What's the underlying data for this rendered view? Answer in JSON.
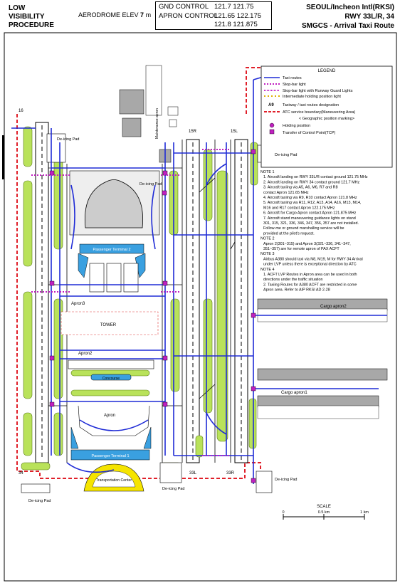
{
  "header": {
    "procedure": [
      "LOW",
      "VISIBILITY",
      "PROCEDURE"
    ],
    "elevation_label": "AERODROME ELEV",
    "elevation_value": "7",
    "elevation_unit": "m",
    "frequencies": [
      {
        "name": "GND CONTROL",
        "values": "121.7 121.75"
      },
      {
        "name": "APRON CONTROL",
        "values": "121.65 122.175"
      },
      {
        "name": "",
        "values": "121.8 121.875"
      }
    ],
    "airport": "SEOUL/Incheon Intl(RKSI)",
    "runways": "RWY 33L/R, 34",
    "chart_type": "SMGCS - Arrival Taxi Route"
  },
  "legend": {
    "title": "LEGEND",
    "items": [
      {
        "key": "arrow",
        "text": "Taxi routes"
      },
      {
        "key": "stopbar",
        "text": "Stop-bar light"
      },
      {
        "key": "stopbar-rgl",
        "text": "Stop-bar light with Runway Guard Lights"
      },
      {
        "key": "ihp",
        "text": "Intermediate holding position light"
      },
      {
        "key": "designation",
        "symbol": "A9",
        "text": "Taxiway / taxi routes designation"
      },
      {
        "key": "atc",
        "text": "ATC service boundary(Maneuvering Area)"
      },
      {
        "key": "geo",
        "text": "< Geographic position marking>"
      },
      {
        "key": "holding",
        "text": "Holding position"
      },
      {
        "key": "tcp",
        "text": "Transfer of Control Point(TCP)"
      }
    ]
  },
  "notes": [
    {
      "heading": "NOTE 1",
      "lines": [
        "1. Aircraft landing on RWY 33L/R contact ground 121.75 MHz",
        "2. Aircraft landing on RWY 34 contact ground 121.7 MHz",
        "3. Aircraft taxiing via A5, A6, M6, R7 and R8",
        "    contact Apron 121.65 MHz",
        "4. Aircraft taxiing via R9, R10 contact Apron 121.8 MHz",
        "5. Aircraft taxiing via R11, R12, A13, A14, A16, M13, M14,",
        "    M16 and R17 contact Apron 122.175 MHz",
        "6. Aircraft for Cargo Apron contact Apron 121.875 MHz",
        "7. Aircraft stand maneuvering guidance lights on stand",
        "    301, 315, 321, 336, 346, 347, 356, 357 are not installed.",
        "    Follow-me or ground marshalling service will be",
        "    provided at the pilot's request."
      ]
    },
    {
      "heading": "NOTE 2",
      "lines": [
        "Apron 2(301~315) and Apron 3(321~336, 341~347,",
        "351~357) are for remote apron of PAX ACFT"
      ]
    },
    {
      "heading": "NOTE 3",
      "lines": [
        "Airbus A380 should taxi via N8, M19, M for RWY 34 Arrival",
        "under LVP unless there is exceptional direction by ATC"
      ]
    },
    {
      "heading": "NOTE 4",
      "lines": [
        "1. ACFT LVP Routes in Apron area can be used in both",
        "    directions under the traffic situation",
        "2. Taxiing Routes for A380 ACFT are restricted in some",
        "    Apron area. Refer to AIP RKSI AD 2-28"
      ]
    }
  ],
  "map_labels": {
    "deicing": "De-icing Pad",
    "terminal2": "Passenger Terminal 2",
    "terminal1": "Passenger Terminal 1",
    "transport": "Transportation Center",
    "concourse": "Concourse",
    "apron": "Apron",
    "apron2": "Apron2",
    "apron3": "Apron3",
    "tower": "TOWER",
    "cargo1": "Cargo apron1",
    "cargo2": "Cargo apron2",
    "maintenance": "Maintenance apron",
    "rwy_labels": [
      "16",
      "15R",
      "15L",
      "34",
      "33L",
      "33R"
    ]
  },
  "scale": {
    "title": "SCALE",
    "ticks": [
      "0",
      "0.5 km",
      "1 km"
    ]
  },
  "colors": {
    "grass": "#b9e25a",
    "taxi_route": "#1f2bd6",
    "atc_boundary": "#e0202a",
    "tcp": "#c020c0",
    "terminal": "#3aa0e0"
  }
}
